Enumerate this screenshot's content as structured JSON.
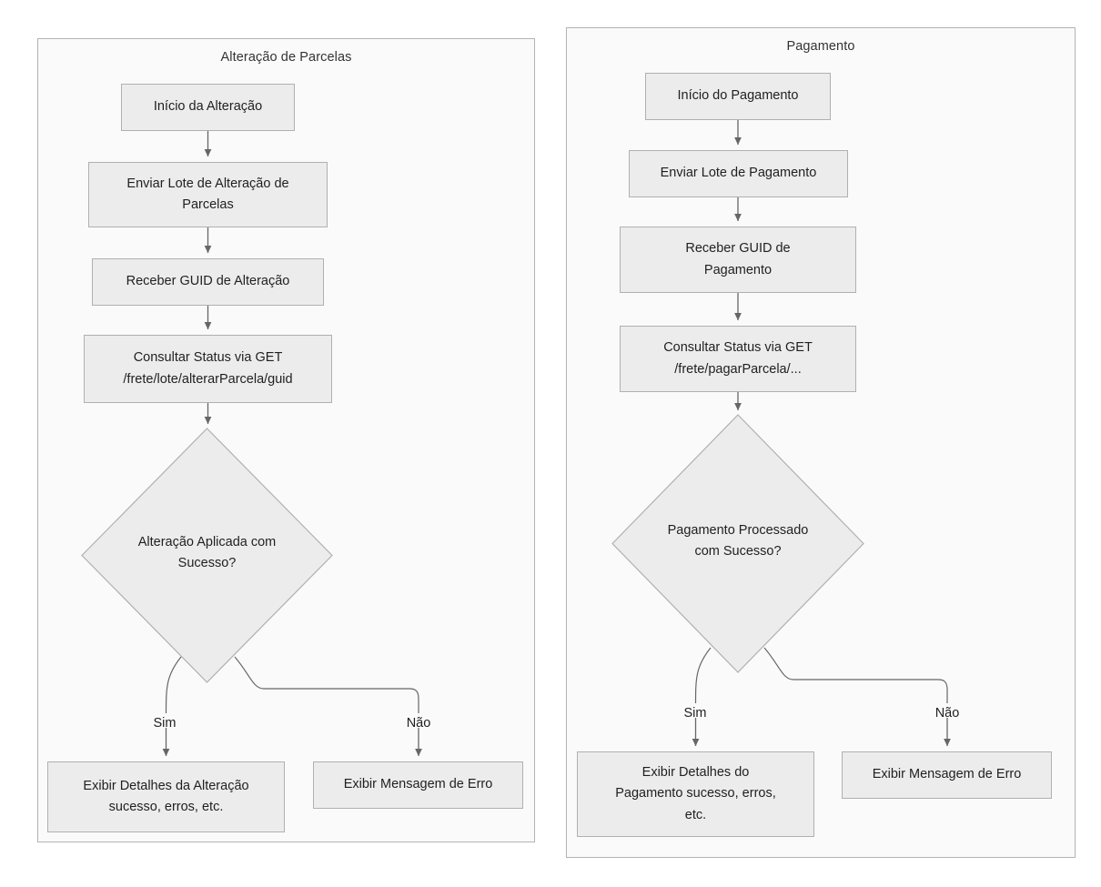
{
  "diagram": {
    "type": "flowchart",
    "background": "#ffffff",
    "node_fill": "#ececec",
    "node_stroke": "#b0b0b0",
    "panel_fill": "#fafafa",
    "panel_stroke": "#b3b3b3",
    "edge_stroke": "#666666"
  },
  "panels": [
    {
      "id": "alteracao",
      "title": "Alteração de Parcelas",
      "nodes": {
        "start": "Início da Alteração",
        "send": "Enviar Lote de Alteração de\nParcelas",
        "guid": "Receber GUID de Alteração",
        "status": "Consultar Status via GET\n/frete/lote/alterarParcela/guid",
        "decision": "Alteração Aplicada com\nSucesso?",
        "success": "Exibir Detalhes da Alteração\nsucesso, erros, etc.",
        "error": "Exibir Mensagem de Erro"
      },
      "edge_labels": {
        "yes": "Sim",
        "no": "Não"
      }
    },
    {
      "id": "pagamento",
      "title": "Pagamento",
      "nodes": {
        "start": "Início do Pagamento",
        "send": "Enviar Lote de Pagamento",
        "guid": "Receber GUID de\nPagamento",
        "status": "Consultar Status via GET\n/frete/pagarParcela/...",
        "decision": "Pagamento Processado\ncom Sucesso?",
        "success": "Exibir Detalhes do\nPagamento sucesso, erros,\netc.",
        "error": "Exibir Mensagem de Erro"
      },
      "edge_labels": {
        "yes": "Sim",
        "no": "Não"
      }
    }
  ]
}
